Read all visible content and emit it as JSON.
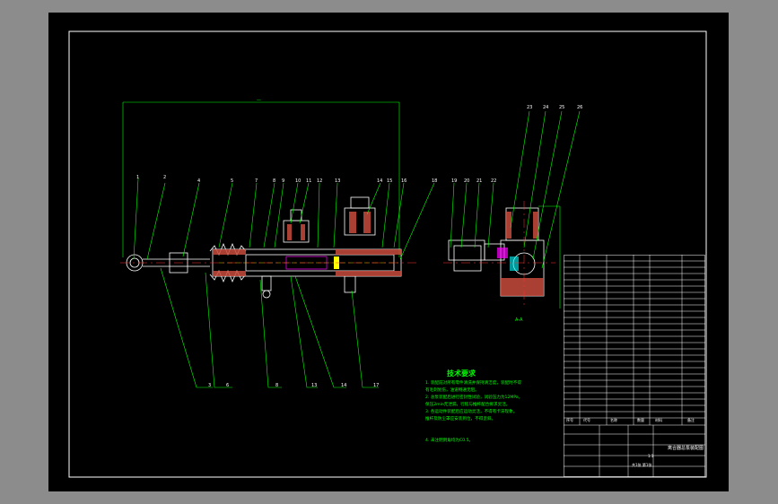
{
  "colors": {
    "frame": "#ffffff",
    "leader": "#00ff00",
    "part": "#ffffff",
    "section_fill": "#c84a3c",
    "accent_yellow": "#ffff00",
    "accent_cyan": "#00ffff",
    "accent_magenta": "#ff00ff",
    "text_green": "#00ff00"
  },
  "drawing": {
    "overall_dim": "—",
    "section_label": "A-A",
    "callouts_top": [
      "1",
      "2",
      "4",
      "5",
      "7",
      "8",
      "9",
      "10",
      "11",
      "12",
      "13",
      "14",
      "15",
      "16",
      "18",
      "19",
      "20",
      "21",
      "22",
      "23",
      "24",
      "25",
      "26"
    ],
    "callouts_bottom": [
      "3",
      "6",
      "8",
      "13",
      "14",
      "17"
    ],
    "requirements": {
      "title": "技术要求",
      "lines": [
        "1. 装配前对所有零件清洗并保持清洁度，装配时不得",
        "   有毛刺划伤，油道畅通无阻。",
        "2. 总泵装配后进行密封性试验，试验压力为12MPa，",
        "   保压2min无泄漏，行程与推杆配合要求灵活。",
        "3. 各运动件装配后应运动灵活，不得有卡滞现象。",
        "   推杆及防尘罩应安装到位，不得歪斜。",
        "4. 未注明倒角均为C0.5。"
      ]
    }
  },
  "title_block": {
    "drawing_title": "离合器总泵装配图",
    "scale": "1:1",
    "sheet": "共1张 第1张",
    "headers": [
      "序号",
      "代号",
      "名称",
      "数量",
      "材料",
      "备注"
    ]
  }
}
